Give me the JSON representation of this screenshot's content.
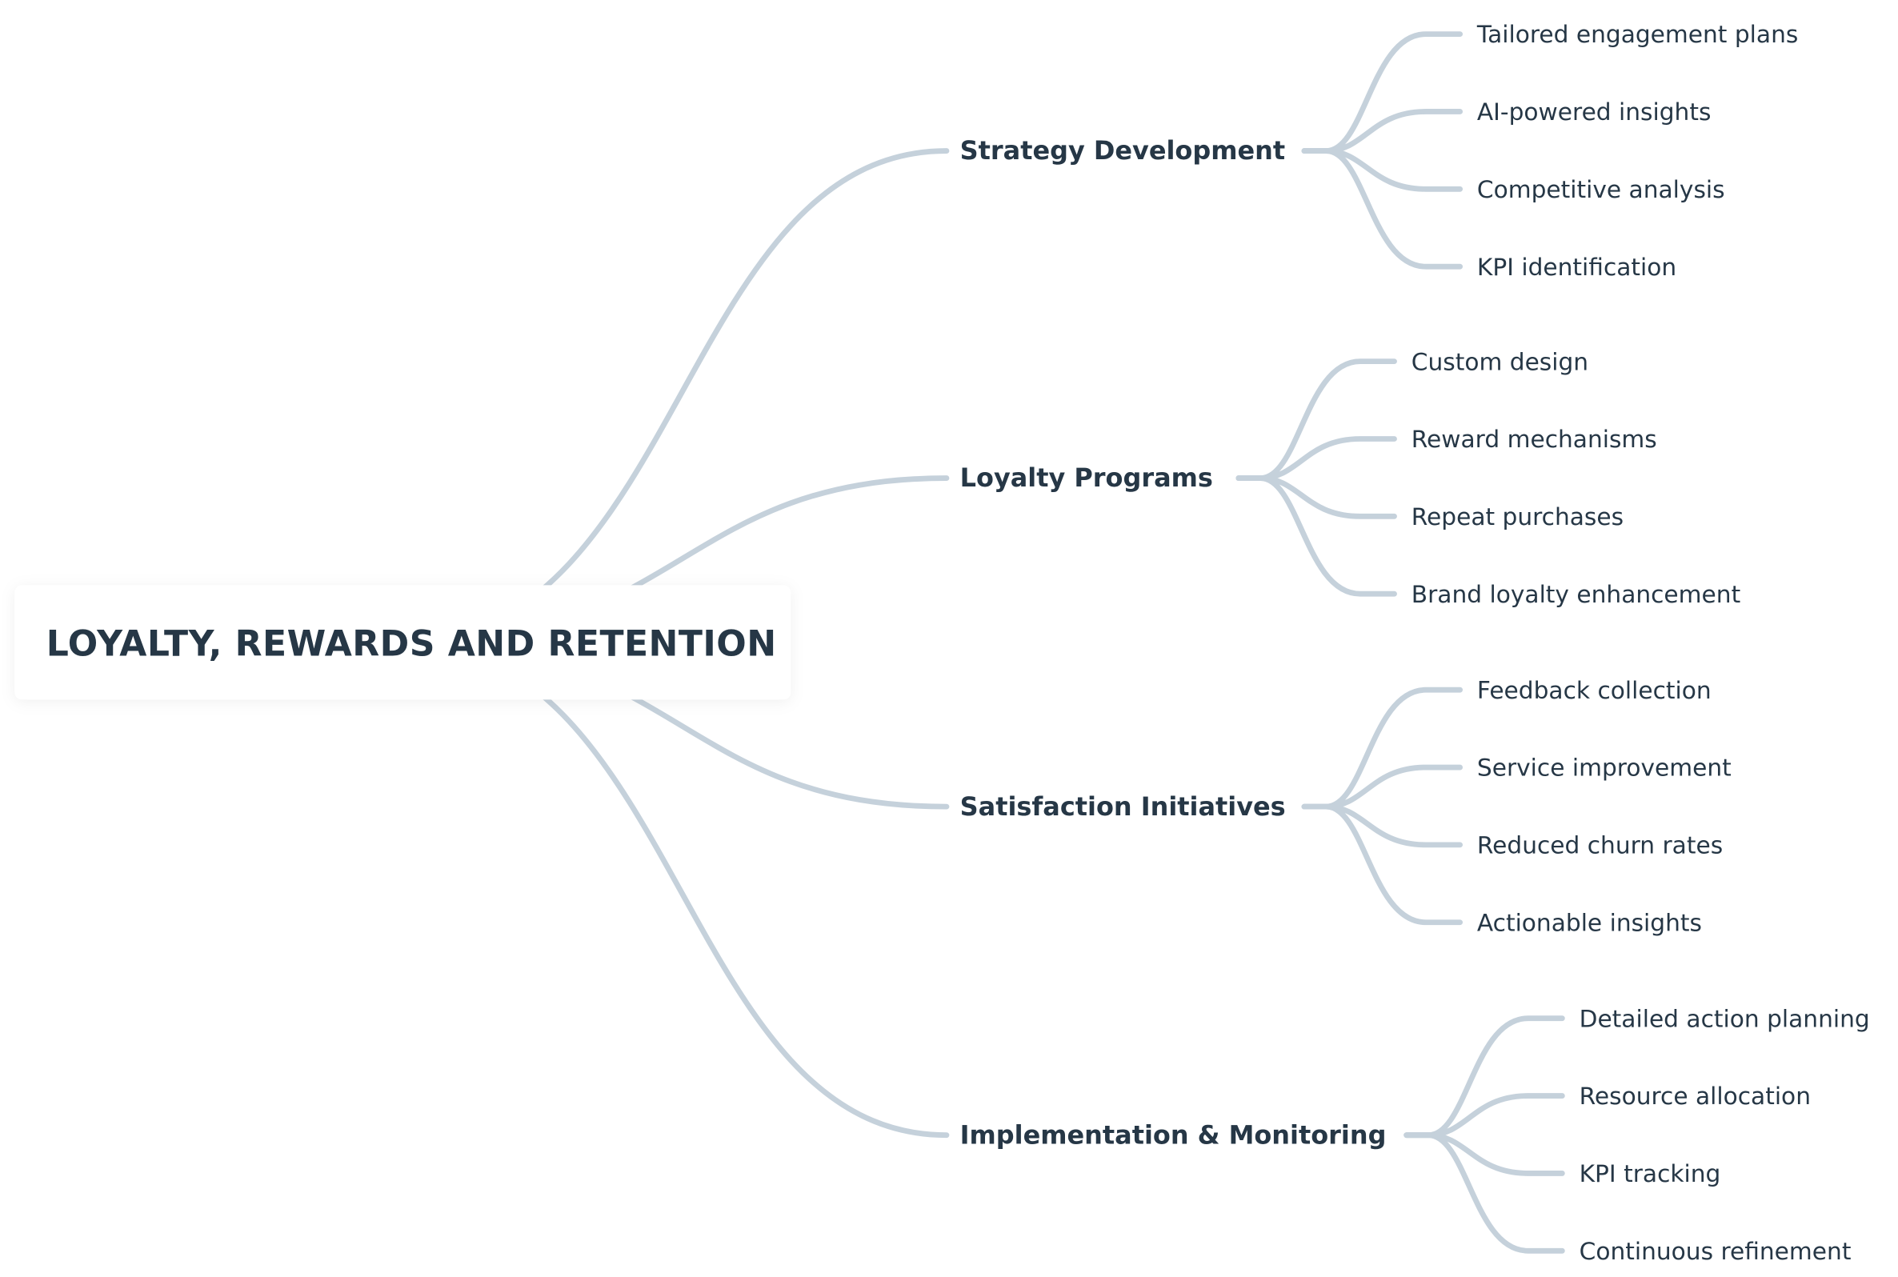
{
  "root": {
    "label": "LOYALTY, REWARDS AND RETENTION"
  },
  "branches": [
    {
      "label": "Strategy Development",
      "children": [
        "Tailored engagement plans",
        "AI-powered insights",
        "Competitive analysis",
        "KPI identification"
      ]
    },
    {
      "label": "Loyalty Programs",
      "children": [
        "Custom design",
        "Reward mechanisms",
        "Repeat purchases",
        "Brand loyalty enhancement"
      ]
    },
    {
      "label": "Satisfaction Initiatives",
      "children": [
        "Feedback collection",
        "Service improvement",
        "Reduced churn rates",
        "Actionable insights"
      ]
    },
    {
      "label": "Implementation & Monitoring",
      "children": [
        "Detailed action planning",
        "Resource allocation",
        "KPI tracking",
        "Continuous refinement"
      ]
    }
  ],
  "colors": {
    "line": "#c5d1db",
    "text": "#263746"
  }
}
